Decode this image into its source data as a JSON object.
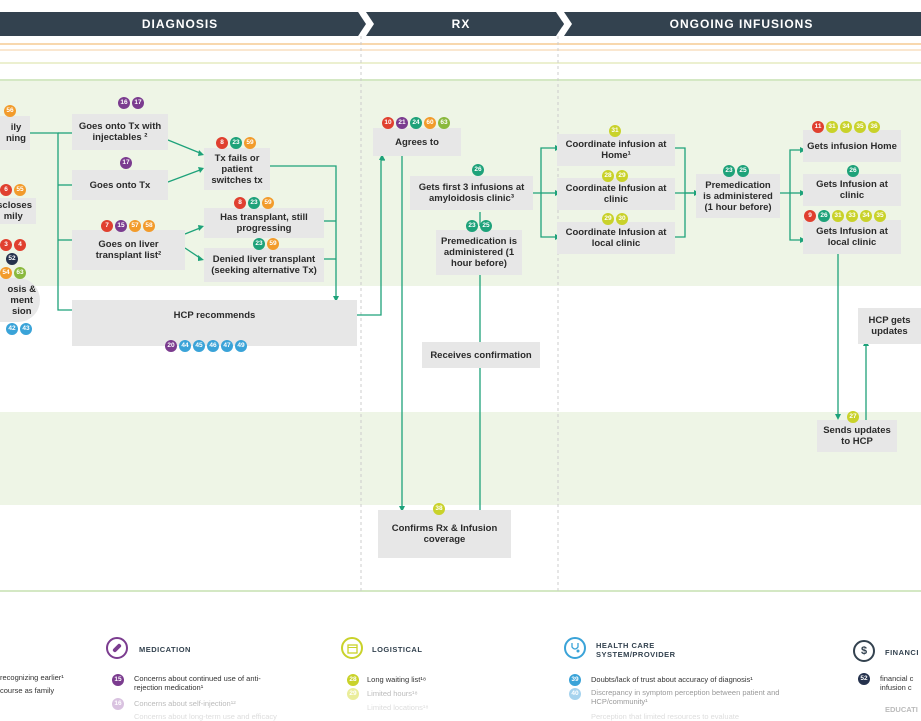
{
  "phases": {
    "diagnosis": "DIAGNOSIS",
    "rx": "RX",
    "ongoing": "ONGOING INFUSIONS"
  },
  "left_fragments": {
    "ily": "ily",
    "ning": "ning",
    "discloses": "iscloses",
    "family": "mily",
    "dosis": "osis &",
    "tment": "ment",
    "sion": "sion"
  },
  "nodes": {
    "tx_injectables": "Goes onto Tx with injectables ²",
    "onto_tx": "Goes onto Tx",
    "liver_list": "Goes on liver transplant list²",
    "tx_fails": "Tx fails or patient switches tx",
    "has_transplant": "Has transplant, still progressing",
    "denied_transplant": "Denied liver transplant (seeking alternative Tx)",
    "hcp_recommends": "HCP recommends",
    "agrees_to": "Agrees to",
    "first_infusions": "Gets first 3 infusions at amyloidosis clinic³",
    "premed_rx": "Premedication is administered (1 hour before)",
    "receives_confirmation": "Receives confirmation",
    "confirms_rx": "Confirms Rx & Infusion coverage",
    "coord_home": "Coordinate infusion at Home¹",
    "coord_clinic": "Coordinate Infusion at clinic",
    "coord_local": "Coordinate Infusion at local clinic",
    "premed_ongoing": "Premedication is administered (1 hour before)",
    "gets_home": "Gets infusion Home",
    "gets_clinic": "Gets Infusion at clinic",
    "gets_local": "Gets Infusion at local clinic",
    "hcp_updates": "HCP gets updates",
    "sends_updates": "Sends updates to HCP"
  },
  "badges": {
    "left_top": [
      "56"
    ],
    "left_mid": [
      "6",
      "55"
    ],
    "left_low1": [
      "3",
      "4"
    ],
    "left_low2": [
      "52"
    ],
    "left_low3": [
      "54",
      "63"
    ],
    "left_bottom": [
      "42",
      "43"
    ],
    "tx_injectables": [
      "16",
      "17"
    ],
    "onto_tx": [
      "17"
    ],
    "liver_list": [
      "7",
      "15",
      "57",
      "58"
    ],
    "tx_fails": [
      "8",
      "23",
      "59"
    ],
    "has_transplant": [
      "8",
      "23",
      "59"
    ],
    "denied_transplant": [
      "23",
      "59"
    ],
    "hcp_recommends": [
      "20",
      "44",
      "45",
      "46",
      "47",
      "49"
    ],
    "agrees_to": [
      "10",
      "21",
      "24",
      "60",
      "63"
    ],
    "first_infusions": [
      "26"
    ],
    "premed_rx": [
      "23",
      "25"
    ],
    "confirms_rx": [
      "38"
    ],
    "coord_home": [
      "31"
    ],
    "coord_clinic": [
      "28",
      "29"
    ],
    "coord_local": [
      "29",
      "30"
    ],
    "premed_ongoing": [
      "23",
      "25"
    ],
    "gets_home": [
      "11",
      "31",
      "34",
      "35",
      "36"
    ],
    "gets_clinic": [
      "26"
    ],
    "gets_local": [
      "9",
      "26",
      "31",
      "33",
      "34",
      "35"
    ],
    "sends_updates": [
      "27"
    ]
  },
  "badge_colors": {
    "red": "#e0402f",
    "purple": "#7b3c8f",
    "teal": "#1ea27a",
    "orange": "#f29b2b",
    "green": "#8ab93d",
    "yellow": "#c9d22a",
    "blue": "#3aa3d8",
    "navy": "#25324d"
  },
  "legend": {
    "left_text1": "recognizing earlier¹",
    "left_text2": "course as family",
    "medication": {
      "title": "MEDICATION",
      "icon": "pill-icon",
      "item1_num": "15",
      "item1": "Concerns about continued use of anti-rejection medication¹",
      "item2_num": "16",
      "item2": "Concerns about self-injection¹²",
      "item3": "Concerns about long-term use and efficacy"
    },
    "logistical": {
      "title": "LOGISTICAL",
      "icon": "calendar-icon",
      "item1_num": "28",
      "item1": "Long waiting list¹⁸",
      "item2_num": "29",
      "item2": "Limited hours¹⁸",
      "item3": "Limited locations¹⁸"
    },
    "hcp": {
      "title": "HEALTH CARE SYSTEM/PROVIDER",
      "icon": "stethoscope-icon",
      "item1_num": "39",
      "item1": "Doubts/lack of trust about accuracy of diagnosis¹",
      "item2_num": "40",
      "item2": "Discrepancy in symptom perception between patient and HCP/community¹",
      "item3": "Perception that limited resources to evaluate"
    },
    "financial": {
      "title": "FINANCI",
      "icon": "dollar-icon",
      "item1_num": "52",
      "item1": "financial c infusion c",
      "item2": "EDUCATI"
    }
  }
}
